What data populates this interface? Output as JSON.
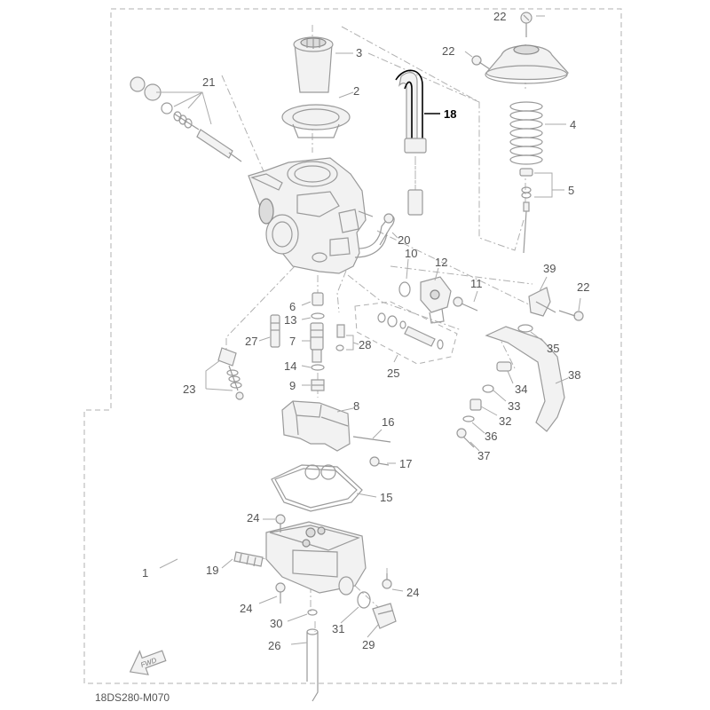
{
  "diagram": {
    "drawing_code": "18DS280-M070",
    "fwd_label": "FWD",
    "highlighted_part": "18",
    "parts": [
      {
        "id": "p1",
        "label": "1"
      },
      {
        "id": "p2",
        "label": "2"
      },
      {
        "id": "p3",
        "label": "3"
      },
      {
        "id": "p4",
        "label": "4"
      },
      {
        "id": "p5",
        "label": "5"
      },
      {
        "id": "p6",
        "label": "6"
      },
      {
        "id": "p7",
        "label": "7"
      },
      {
        "id": "p8",
        "label": "8"
      },
      {
        "id": "p9",
        "label": "9"
      },
      {
        "id": "p10",
        "label": "10"
      },
      {
        "id": "p11",
        "label": "11"
      },
      {
        "id": "p12",
        "label": "12"
      },
      {
        "id": "p13",
        "label": "13"
      },
      {
        "id": "p14",
        "label": "14"
      },
      {
        "id": "p15",
        "label": "15"
      },
      {
        "id": "p16",
        "label": "16"
      },
      {
        "id": "p17",
        "label": "17"
      },
      {
        "id": "p18",
        "label": "18"
      },
      {
        "id": "p19",
        "label": "19"
      },
      {
        "id": "p20",
        "label": "20"
      },
      {
        "id": "p21",
        "label": "21"
      },
      {
        "id": "p22a",
        "label": "22"
      },
      {
        "id": "p22b",
        "label": "22"
      },
      {
        "id": "p22c",
        "label": "22"
      },
      {
        "id": "p23",
        "label": "23"
      },
      {
        "id": "p24a",
        "label": "24"
      },
      {
        "id": "p24b",
        "label": "24"
      },
      {
        "id": "p24c",
        "label": "24"
      },
      {
        "id": "p25",
        "label": "25"
      },
      {
        "id": "p26",
        "label": "26"
      },
      {
        "id": "p27",
        "label": "27"
      },
      {
        "id": "p28",
        "label": "28"
      },
      {
        "id": "p29",
        "label": "29"
      },
      {
        "id": "p30",
        "label": "30"
      },
      {
        "id": "p31",
        "label": "31"
      },
      {
        "id": "p32",
        "label": "32"
      },
      {
        "id": "p33",
        "label": "33"
      },
      {
        "id": "p34",
        "label": "34"
      },
      {
        "id": "p35",
        "label": "35"
      },
      {
        "id": "p36",
        "label": "36"
      },
      {
        "id": "p37",
        "label": "37"
      },
      {
        "id": "p38",
        "label": "38"
      },
      {
        "id": "p39",
        "label": "39"
      }
    ]
  }
}
